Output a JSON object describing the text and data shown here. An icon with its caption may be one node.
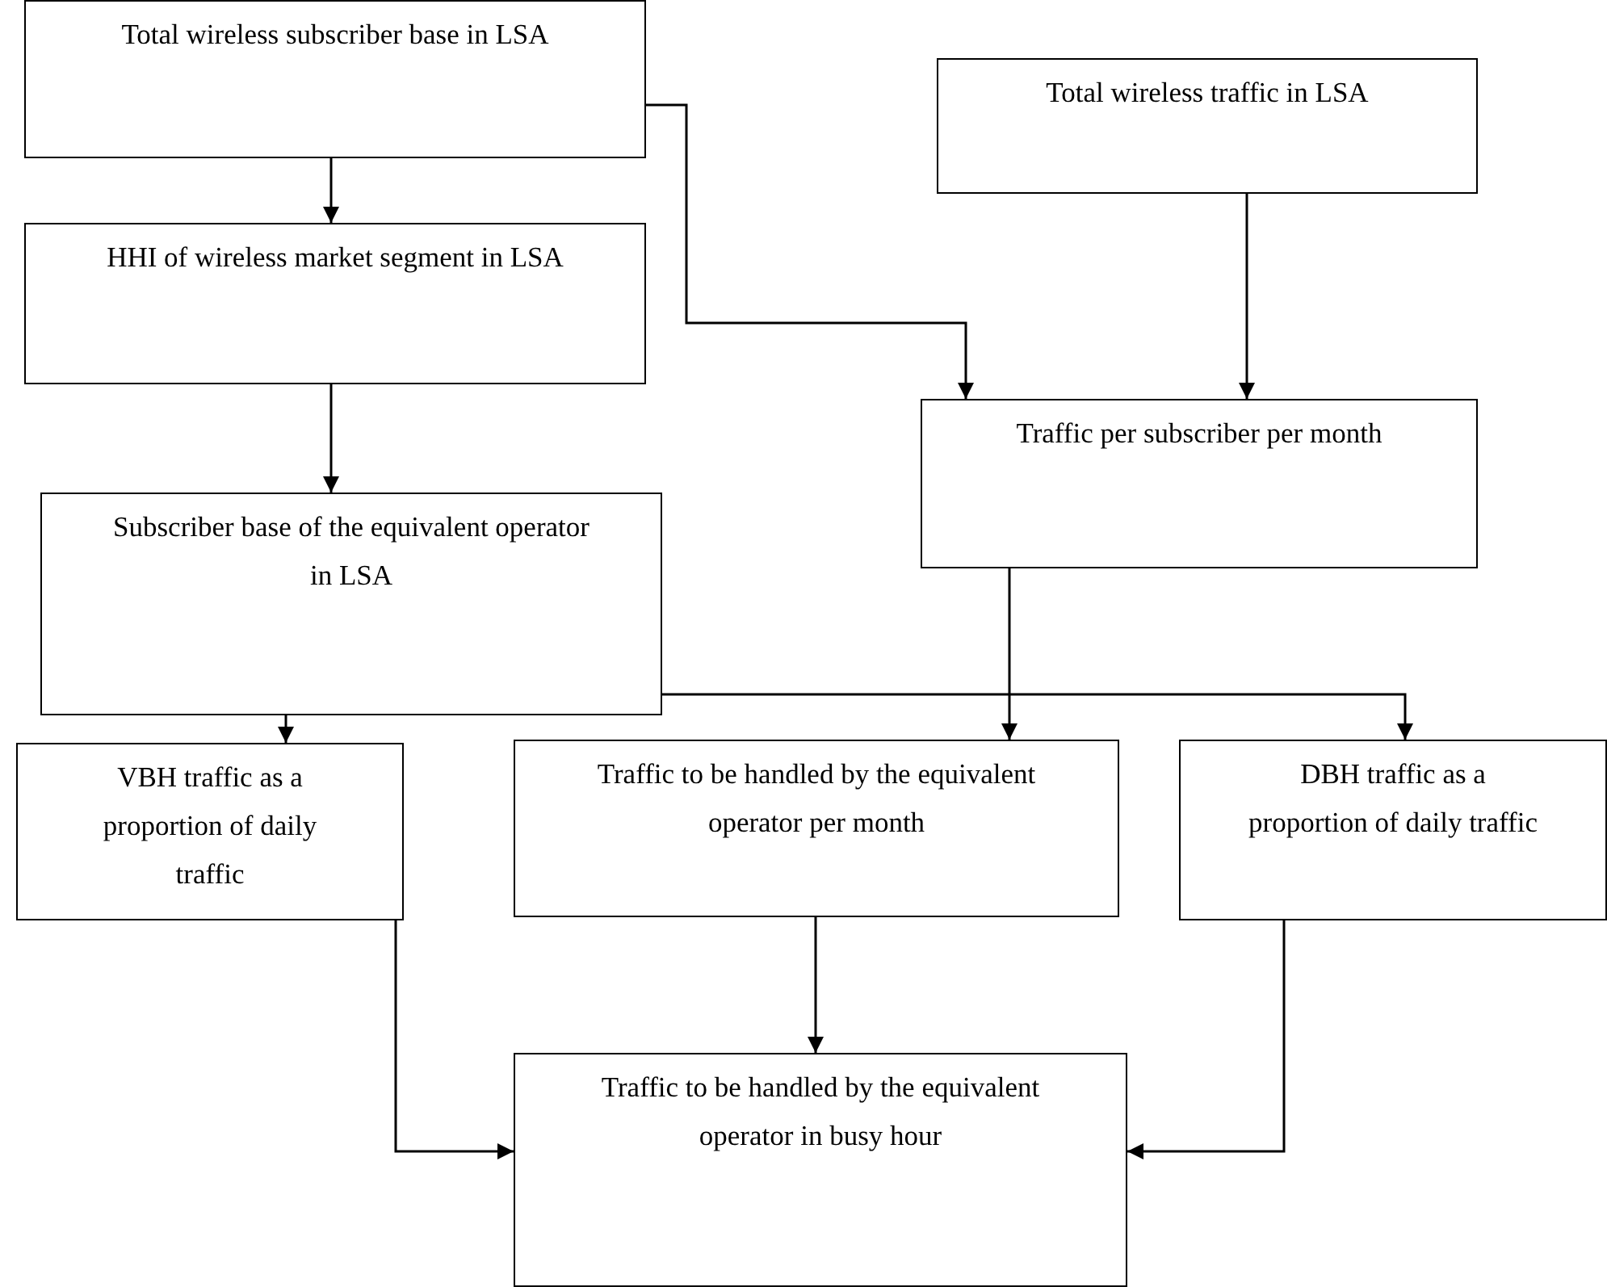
{
  "diagram": {
    "nodes": [
      {
        "text": [
          "Total wireless subscriber base in LSA"
        ]
      },
      {
        "text": [
          "Total wireless traffic in LSA"
        ]
      },
      {
        "text": [
          "HHI of wireless market segment in LSA"
        ]
      },
      {
        "text": [
          "Traffic per subscriber per month"
        ]
      },
      {
        "text": [
          "Subscriber base of the equivalent operator in LSA"
        ]
      },
      {
        "text": [
          "VBH traffic as a proportion of daily traffic"
        ]
      },
      {
        "text": [
          "Traffic to be handled by the equivalent operator per month"
        ]
      },
      {
        "text": [
          "DBH traffic as a proportion of daily traffic"
        ]
      },
      {
        "text": [
          "Traffic to be handled by the equivalent operator in busy hour"
        ]
      }
    ],
    "edges": [
      {
        "from": 0,
        "to": 2,
        "arrow": "to"
      },
      {
        "from": 0,
        "to": 3,
        "arrow": "to"
      },
      {
        "from": 1,
        "to": 3,
        "arrow": "to"
      },
      {
        "from": 2,
        "to": 4,
        "arrow": "to"
      },
      {
        "from": 4,
        "to": 5,
        "arrow": "to"
      },
      {
        "from": 3,
        "to": 6,
        "arrow": "to"
      },
      {
        "from": 4,
        "to": 7,
        "arrow": "to"
      },
      {
        "from": 5,
        "to": 8,
        "arrow": "to"
      },
      {
        "from": 6,
        "to": 8,
        "arrow": "to"
      },
      {
        "from": 7,
        "to": 8,
        "arrow": "to"
      }
    ]
  }
}
